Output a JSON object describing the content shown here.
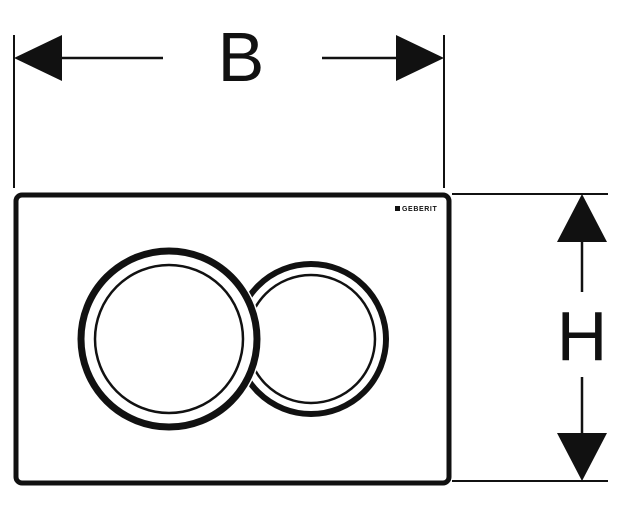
{
  "dimensions": {
    "width_label": "B",
    "height_label": "H"
  },
  "plate": {
    "brand_logo_text": "GEBERIT",
    "buttons": [
      {
        "name": "left-flush-button"
      },
      {
        "name": "right-flush-button"
      }
    ]
  },
  "colors": {
    "line": "#111111",
    "background": "#ffffff"
  }
}
